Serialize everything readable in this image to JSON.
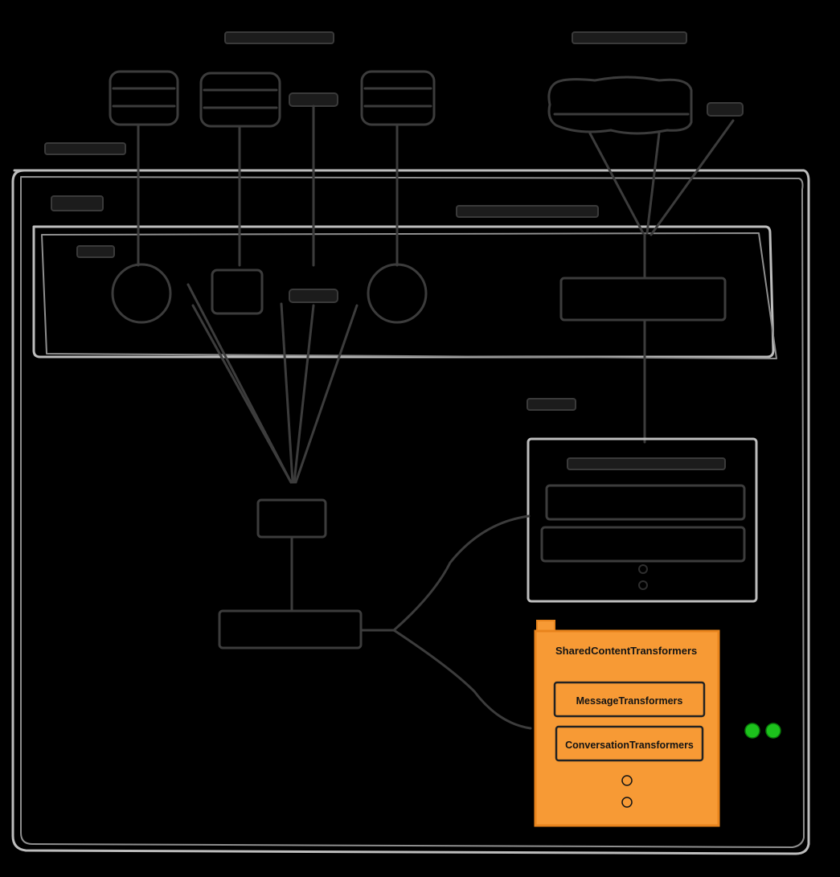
{
  "shared_package": {
    "title": "SharedContentTransformers",
    "items": [
      {
        "label": "MessageTransformers"
      },
      {
        "label": "ConversationTransformers"
      }
    ],
    "accent_color": "#f79a35"
  },
  "indicators": {
    "color": "#1cc21c",
    "count": 2
  }
}
